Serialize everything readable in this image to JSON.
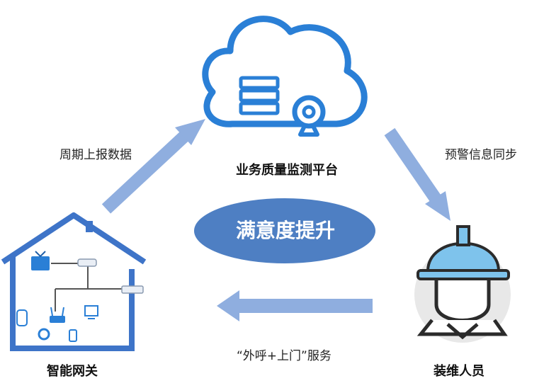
{
  "nodes": {
    "platform": "业务质量监测平台",
    "gateway": "智能网关",
    "worker": "装维人员"
  },
  "center": "满意度提升",
  "edges": {
    "report": "周期上报数据",
    "sync": "预警信息同步",
    "service": "“外呼+上门”服务"
  },
  "colors": {
    "arrow": "#8faedf",
    "ellipse": "#4e7fc3",
    "icon_blue": "#2a7fd6",
    "helmet": "#7ec3ec",
    "house": "#3e74c8"
  }
}
